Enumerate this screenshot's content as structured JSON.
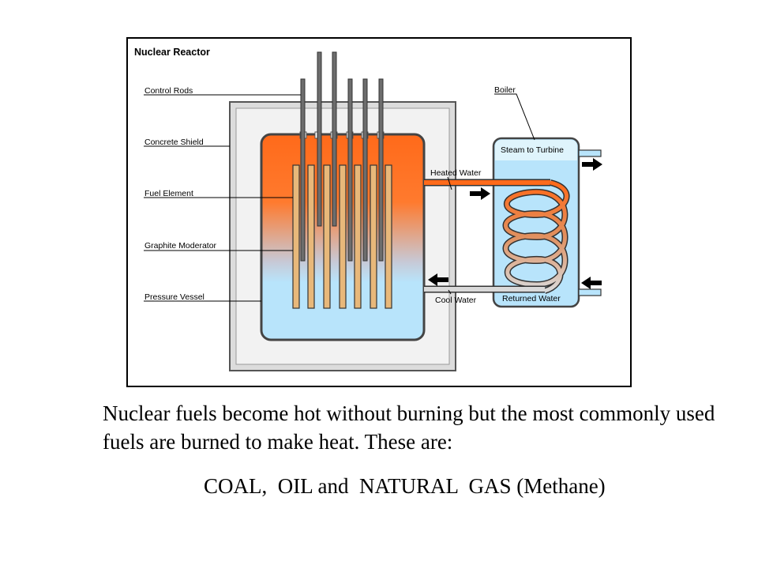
{
  "diagram": {
    "title": "Nuclear Reactor",
    "labels": {
      "control_rods": "Control Rods",
      "concrete_shield": "Concrete Shield",
      "fuel_element": "Fuel Element",
      "graphite_moderator": "Graphite Moderator",
      "pressure_vessel": "Pressure Vessel",
      "boiler": "Boiler",
      "steam_to_turbine": "Steam to Turbine",
      "heated_water": "Heated Water",
      "cool_water": "Cool Water",
      "returned_water": "Returned Water"
    },
    "colors": {
      "hot": "#ff6a1a",
      "cool": "#b8e4fb",
      "steam": "#dff4fc",
      "shield": "#dcdcdc",
      "fuel": "#e8b87a"
    }
  },
  "text": {
    "caption": "Nuclear fuels become hot without burning but the most commonly used fuels are burned to make heat. These are:",
    "fuels": "COAL,  OIL and  NATURAL  GAS (Methane)"
  }
}
